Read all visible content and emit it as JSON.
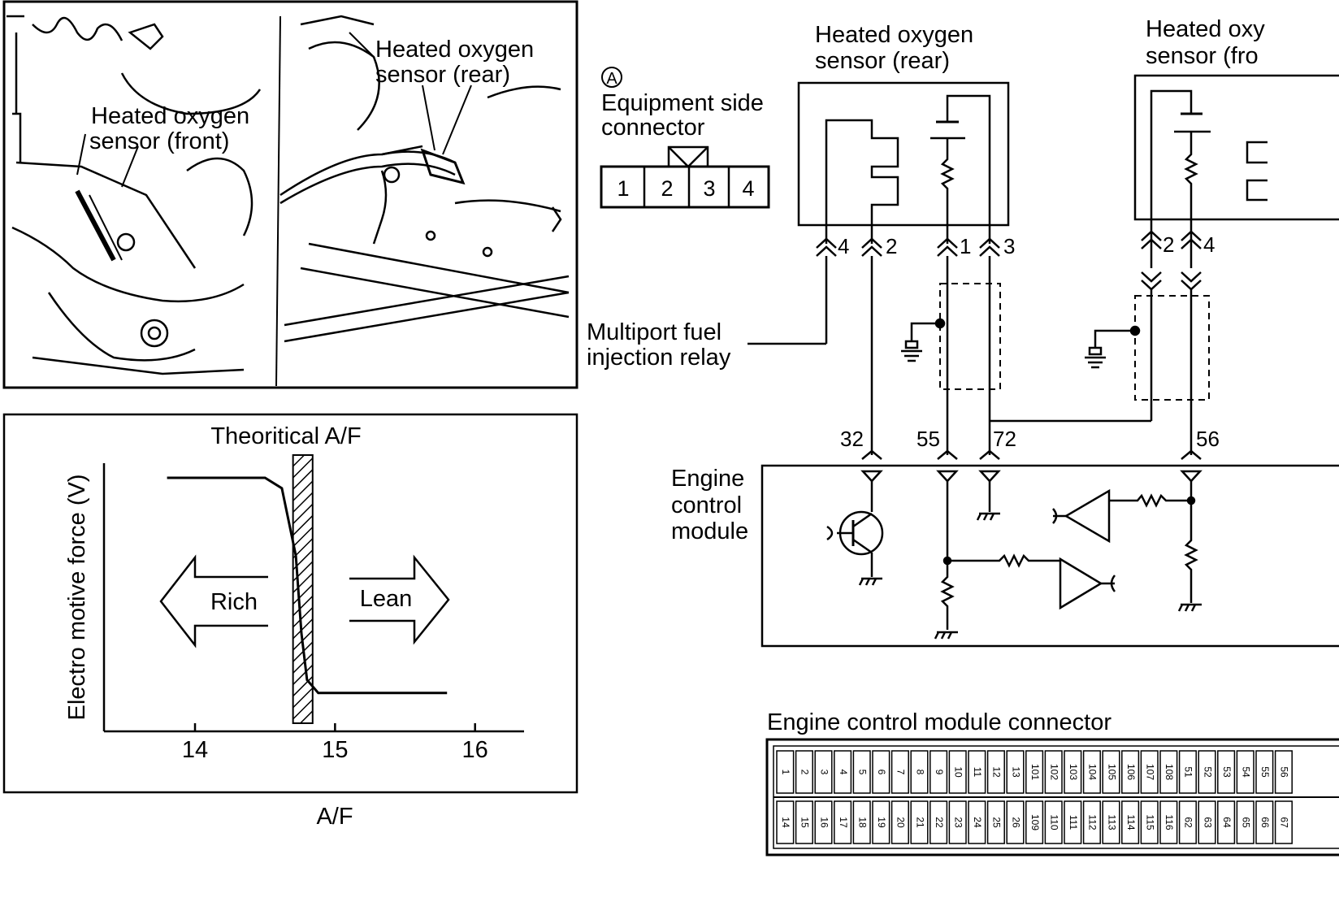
{
  "photo": {
    "label_front_1": "Heated oxygen",
    "label_front_2": "sensor (front)",
    "label_rear_1": "Heated oxygen",
    "label_rear_2": "sensor (rear)"
  },
  "connector_a": {
    "mark": "A",
    "title_1": "Equipment side",
    "title_2": "connector",
    "pins": [
      "1",
      "2",
      "3",
      "4"
    ]
  },
  "chart_data": {
    "type": "line",
    "title": "Theoritical A/F",
    "xlabel": "A/F",
    "ylabel": "Electro motive force (V)",
    "xticks": [
      "14",
      "15",
      "16"
    ],
    "xlim": [
      13.35,
      16.35
    ],
    "x": [
      13.8,
      14.5,
      14.62,
      14.72,
      14.76,
      14.8,
      14.88,
      15.8
    ],
    "y": [
      0.9,
      0.9,
      0.86,
      0.6,
      0.3,
      0.12,
      0.07,
      0.07
    ],
    "band": {
      "label": "stoichiometric band",
      "from": 14.7,
      "to": 14.84
    },
    "annotations": [
      "Rich",
      "Lean"
    ],
    "grid": false
  },
  "wiring": {
    "rear_title_1": "Heated oxygen",
    "rear_title_2": "sensor (rear)",
    "front_title_1": "Heated oxy",
    "front_title_2": "sensor (fro",
    "relay_1": "Multiport fuel",
    "relay_2": "injection relay",
    "ecm_1": "Engine",
    "ecm_2": "control",
    "ecm_3": "module",
    "pins_rear": [
      "4",
      "2",
      "1",
      "3"
    ],
    "pins_front": [
      "2",
      "4"
    ],
    "ecm_terminals": [
      "32",
      "55",
      "72",
      "56"
    ]
  },
  "ecm_connector": {
    "title": "Engine control module connector",
    "top_row": [
      "1",
      "2",
      "3",
      "4",
      "5",
      "6",
      "7",
      "8",
      "9",
      "10",
      "11",
      "12",
      "13",
      "101",
      "102",
      "103",
      "104",
      "105",
      "106",
      "107",
      "108",
      "51",
      "52",
      "53",
      "54",
      "55",
      "56"
    ],
    "bottom_row": [
      "14",
      "15",
      "16",
      "17",
      "18",
      "19",
      "20",
      "21",
      "22",
      "23",
      "24",
      "25",
      "26",
      "109",
      "110",
      "111",
      "112",
      "113",
      "114",
      "115",
      "116",
      "62",
      "63",
      "64",
      "65",
      "66",
      "67"
    ]
  }
}
